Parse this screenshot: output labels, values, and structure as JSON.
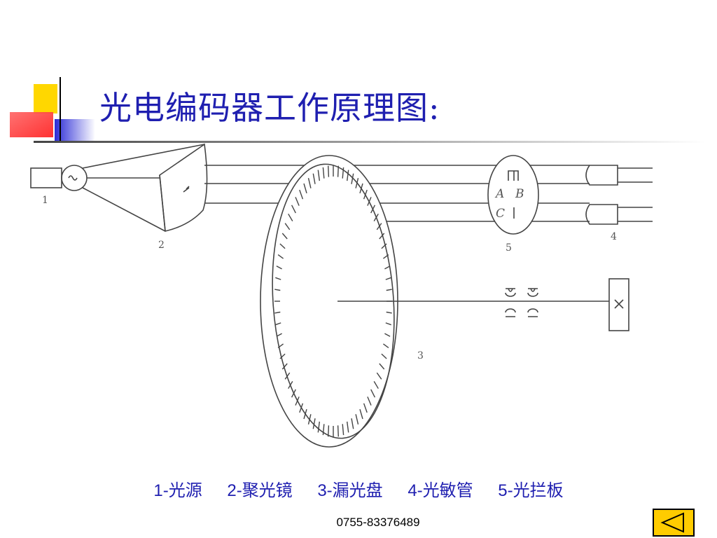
{
  "slide": {
    "title": "光电编码器工作原理图:",
    "legend": [
      {
        "num": "1-",
        "label": "光源"
      },
      {
        "num": "2-",
        "label": "聚光镜"
      },
      {
        "num": "3-",
        "label": "漏光盘"
      },
      {
        "num": "4-",
        "label": "光敏管"
      },
      {
        "num": "5-",
        "label": "光拦板"
      }
    ],
    "footer_phone": "0755-83376489"
  },
  "diagram": {
    "part_labels": [
      "1",
      "2",
      "3",
      "4",
      "5"
    ],
    "slot_labels": [
      "A",
      "B",
      "C"
    ]
  },
  "colors": {
    "title": "#1f1fb0",
    "deco_yellow": "#ffd700",
    "deco_blue": "#2b2bd6",
    "deco_red": "#ff4444",
    "nav_button": "#ffcc00"
  },
  "icons": {
    "nav": "back-arrow-icon"
  }
}
